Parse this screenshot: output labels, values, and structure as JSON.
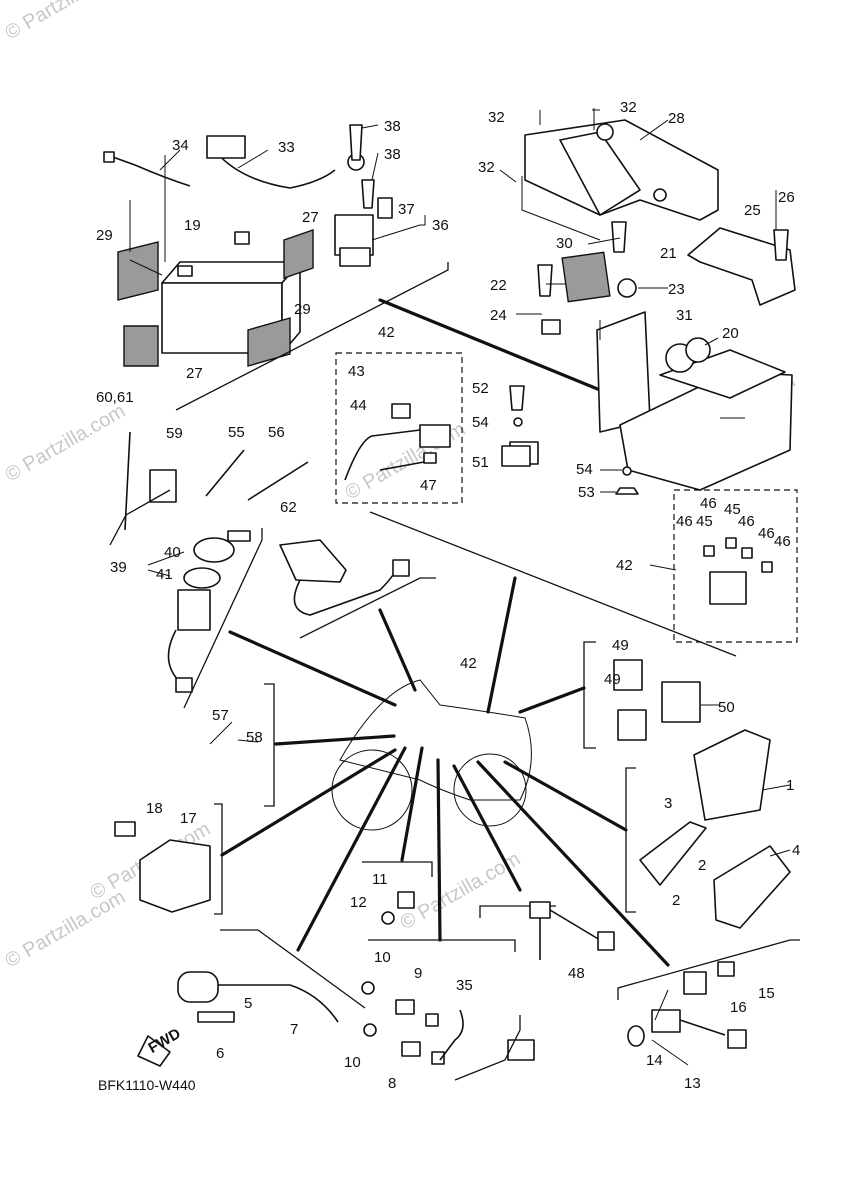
{
  "diagram_code": "BFK1110-W440",
  "watermark": {
    "text": "© Partzilla.com",
    "color": "#c8c8c8"
  },
  "fwd_label": "FWD",
  "callouts": [
    "1",
    "2",
    "2",
    "3",
    "4",
    "5",
    "6",
    "7",
    "8",
    "9",
    "10",
    "10",
    "11",
    "12",
    "13",
    "14",
    "15",
    "16",
    "17",
    "18",
    "19",
    "20",
    "21",
    "22",
    "23",
    "24",
    "25",
    "26",
    "27",
    "27",
    "28",
    "29",
    "29",
    "30",
    "31",
    "32",
    "32",
    "32",
    "33",
    "34",
    "35",
    "36",
    "37",
    "38",
    "38",
    "39",
    "40",
    "41",
    "42",
    "42",
    "42",
    "43",
    "44",
    "45",
    "45",
    "46",
    "46",
    "46",
    "46",
    "46",
    "47",
    "48",
    "49",
    "49",
    "50",
    "51",
    "52",
    "53",
    "54",
    "54",
    "55",
    "56",
    "57",
    "58",
    "59",
    "60,61",
    "62"
  ]
}
